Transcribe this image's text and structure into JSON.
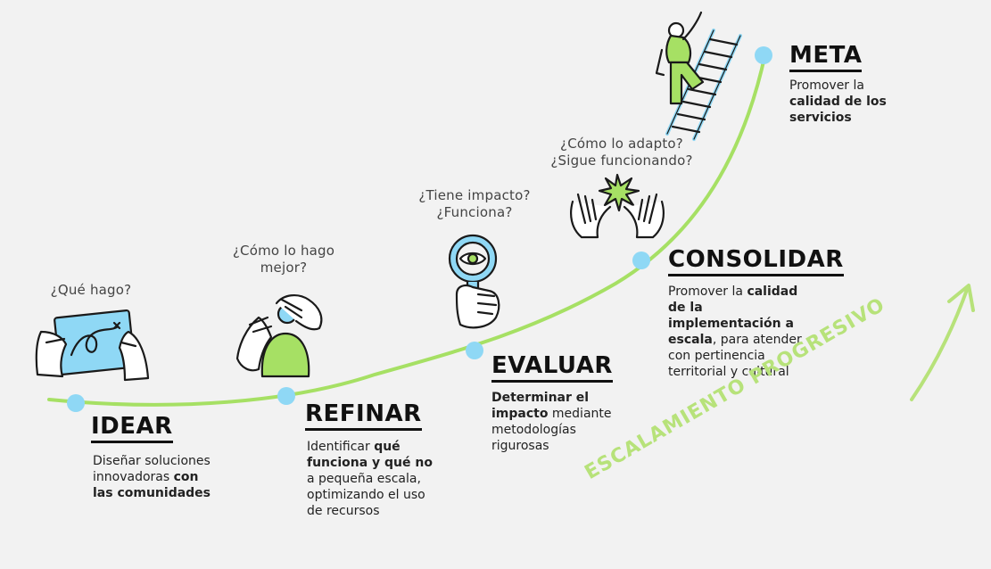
{
  "colors": {
    "green": "#a6e064",
    "blue": "#8fd8f5",
    "ink": "#1a1a1a",
    "arrow": "#b7e27a"
  },
  "stages": [
    {
      "id": "idear",
      "title": "IDEAR",
      "question": [
        "¿Qué hago?"
      ],
      "icon": "tablet-map-icon",
      "desc": [
        {
          "t": "Diseñar soluciones "
        },
        {
          "t": "innovadoras "
        },
        {
          "t": "con",
          "b": true
        },
        {
          "br": true
        },
        {
          "t": "las comunidades",
          "b": true
        }
      ]
    },
    {
      "id": "refinar",
      "title": "REFINAR",
      "question": [
        "¿Cómo lo hago",
        "mejor?"
      ],
      "icon": "hands-sculpting-icon",
      "desc": [
        {
          "t": "Identificar "
        },
        {
          "t": "qué",
          "b": true
        },
        {
          "br": true
        },
        {
          "t": "funciona y  qué no",
          "b": true
        },
        {
          "br": true
        },
        {
          "t": "a pequeña escala,"
        },
        {
          "br": true
        },
        {
          "t": "optimizando el uso"
        },
        {
          "br": true
        },
        {
          "t": "de  recursos"
        }
      ]
    },
    {
      "id": "evaluar",
      "title": "EVALUAR",
      "question": [
        "¿Tiene impacto?",
        "¿Funciona?"
      ],
      "icon": "magnifier-eye-icon",
      "desc": [
        {
          "t": "Determinar el",
          "b": true
        },
        {
          "br": true
        },
        {
          "t": "impacto",
          "b": true
        },
        {
          "t": "  mediante"
        },
        {
          "br": true
        },
        {
          "t": "metodologías"
        },
        {
          "br": true
        },
        {
          "t": "rigurosas"
        }
      ]
    },
    {
      "id": "consolidar",
      "title": "CONSOLIDAR",
      "question": [
        "¿Cómo lo adapto?",
        "¿Sigue funcionando?"
      ],
      "icon": "hands-star-icon",
      "desc": [
        {
          "t": "Promover la "
        },
        {
          "t": "calidad",
          "b": true
        },
        {
          "br": true
        },
        {
          "t": "de la",
          "b": true
        },
        {
          "br": true
        },
        {
          "t": "implementación a",
          "b": true
        },
        {
          "br": true
        },
        {
          "t": "escala",
          "b": true
        },
        {
          "t": ", para atender"
        },
        {
          "br": true
        },
        {
          "t": "con pertinencia"
        },
        {
          "br": true
        },
        {
          "t": "territorial y cultural"
        }
      ]
    },
    {
      "id": "meta",
      "title": "META",
      "question": [],
      "icon": "person-climbing-ladder-icon",
      "desc": [
        {
          "t": "Promover la"
        },
        {
          "br": true
        },
        {
          "t": "calidad de los",
          "b": true
        },
        {
          "br": true
        },
        {
          "t": "servicios",
          "b": true
        }
      ]
    }
  ],
  "progress_label": "ESCALAMIENTO PROGRESIVO"
}
